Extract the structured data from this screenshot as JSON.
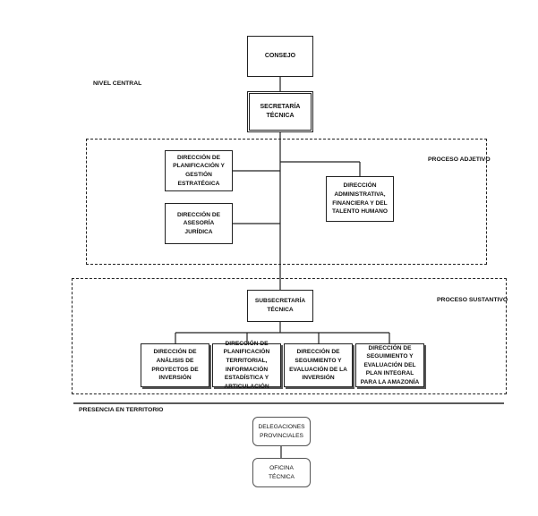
{
  "labels": {
    "nivel_central": "NIVEL CENTRAL",
    "proceso_adjetivo": "PROCESO ADJETIVO",
    "proceso_sustantivo": "PROCESO SUSTANTIVO",
    "presencia_territorio": "PRESENCIA EN TERRITORIO"
  },
  "nodes": {
    "consejo": "CONSEJO",
    "secretaria": "SECRETARÍA TÉCNICA",
    "planificacion": "DIRECCIÓN DE PLANIFICACIÓN Y GESTIÓN ESTRATÉGICA",
    "asesoria": "DIRECCIÓN DE ASESORÍA JURÍDICA",
    "administrativa": "DIRECCIÓN ADMINISTRATIVA, FINANCIERA Y DEL TALENTO HUMANO",
    "subsecretaria": "SUBSECRETARÍA TÉCNICA",
    "analisis": "DIRECCIÓN DE ANÁLISIS DE PROYECTOS DE INVERSIÓN",
    "territorial": "DIRECCIÓN DE PLANIFICACIÓN TERRITORIAL, INFORMACIÓN ESTADÍSTICA Y ARTICULACIÓN",
    "seguimiento": "DIRECCIÓN DE SEGUIMIENTO Y EVALUACIÓN DE LA INVERSIÓN",
    "amazonia": "DIRECCIÓN DE SEGUIMIENTO Y EVALUACIÓN DEL PLAN INTEGRAL PARA LA AMAZONÍA",
    "delegaciones": "DELEGACIONES PROVINCIALES",
    "oficina": "OFICINA TÉCNICA"
  }
}
